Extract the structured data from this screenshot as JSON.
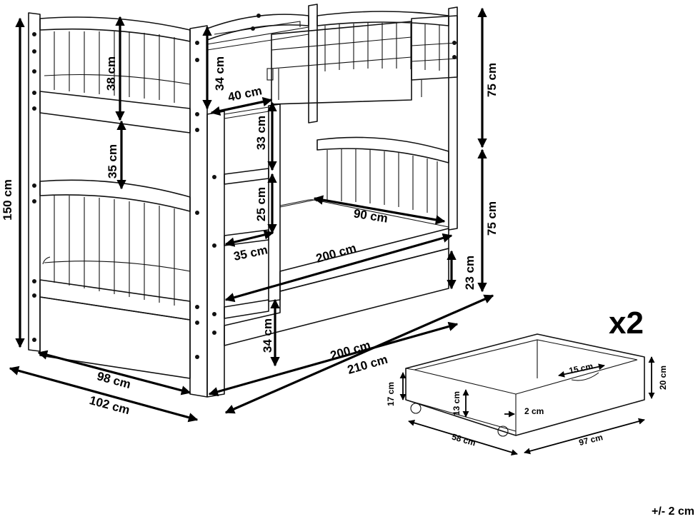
{
  "dimensions": {
    "bed_total_height": "150 cm",
    "bed_outer_width": "102 cm",
    "bed_inner_width": "98 cm",
    "bed_inner_length": "200 cm",
    "bed_outer_length": "210 cm",
    "top_guard_rail_height": "34 cm",
    "headboard_slats_height": "38 cm",
    "upper_lower_gap": "35 cm",
    "ladder_top_width": "40 cm",
    "ladder_upper_step": "33 cm",
    "ladder_lower_step": "25 cm",
    "ladder_bottom_width": "35 cm",
    "lower_mattress_width": "90 cm",
    "lower_mattress_length": "200 cm",
    "underbed_clearance": "34 cm",
    "drawer_rail_height": "23 cm",
    "upper_tier_height": "75 cm",
    "lower_tier_height": "75 cm"
  },
  "drawer": {
    "quantity": "x2",
    "height": "17 cm",
    "inner_height": "13 cm",
    "front_height": "20 cm",
    "handle_width": "15 cm",
    "front_thickness": "2 cm",
    "width": "58 cm",
    "length": "97 cm"
  },
  "tolerance": "+/- 2 cm"
}
